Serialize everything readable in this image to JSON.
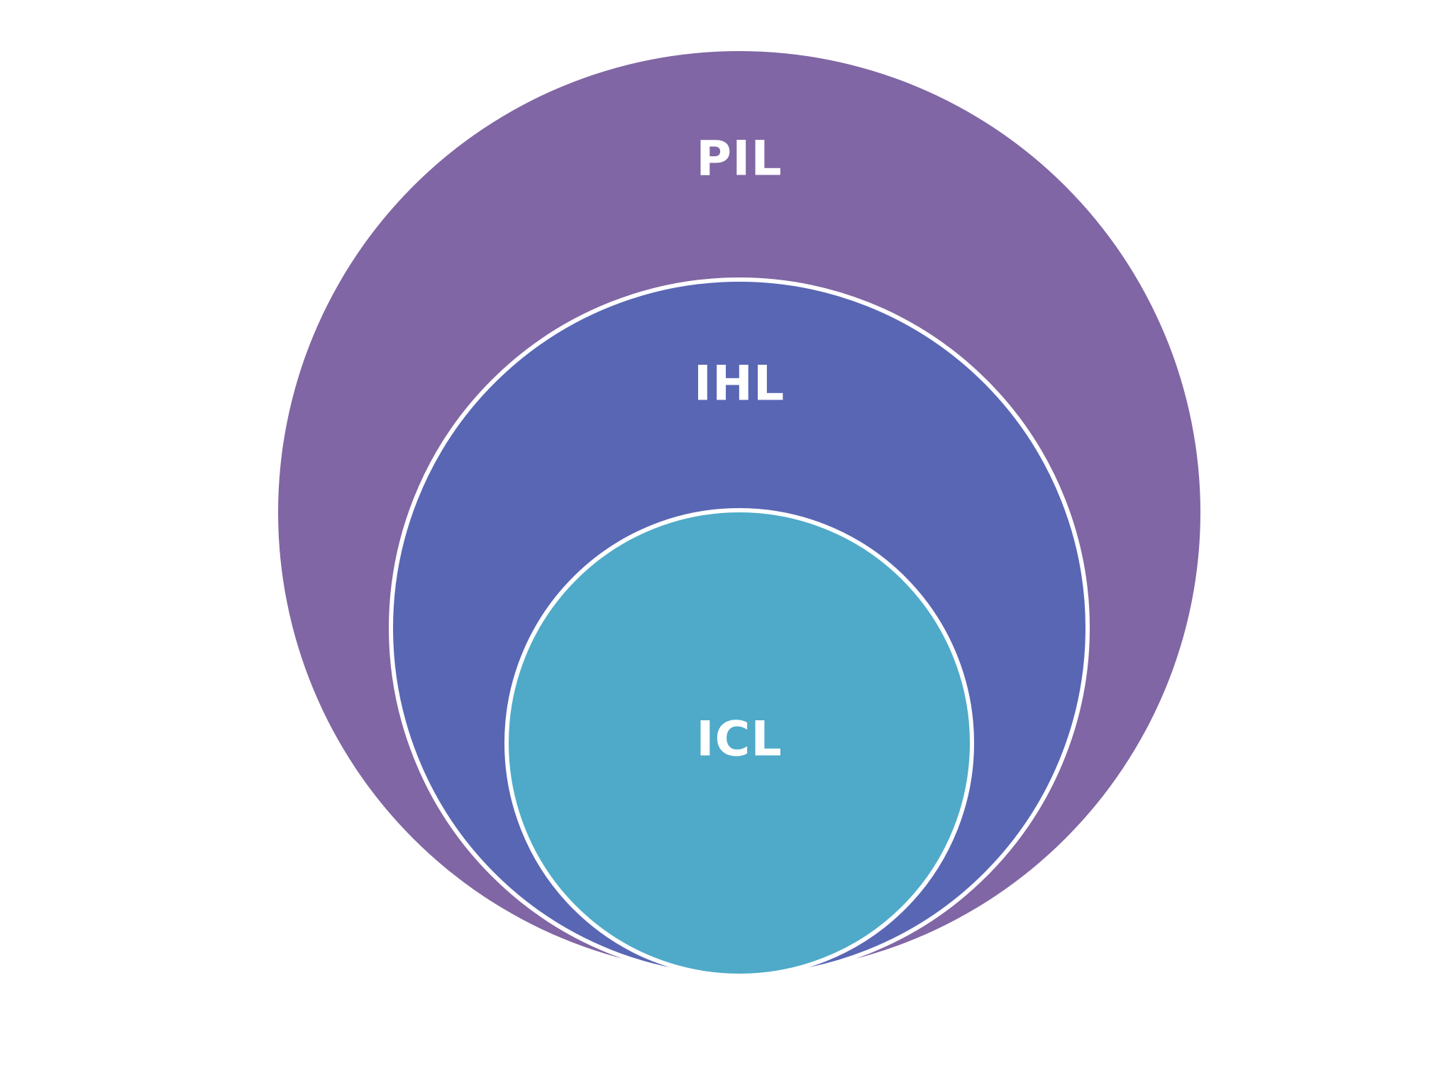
{
  "diagram": {
    "outer": {
      "label": "PIL",
      "color": "#8066A4"
    },
    "middle": {
      "label": "IHL",
      "color": "#5966B4"
    },
    "inner": {
      "label": "ICL",
      "color": "#4EAAC8"
    },
    "separator_color": "#ffffff",
    "background": "#ffffff"
  }
}
